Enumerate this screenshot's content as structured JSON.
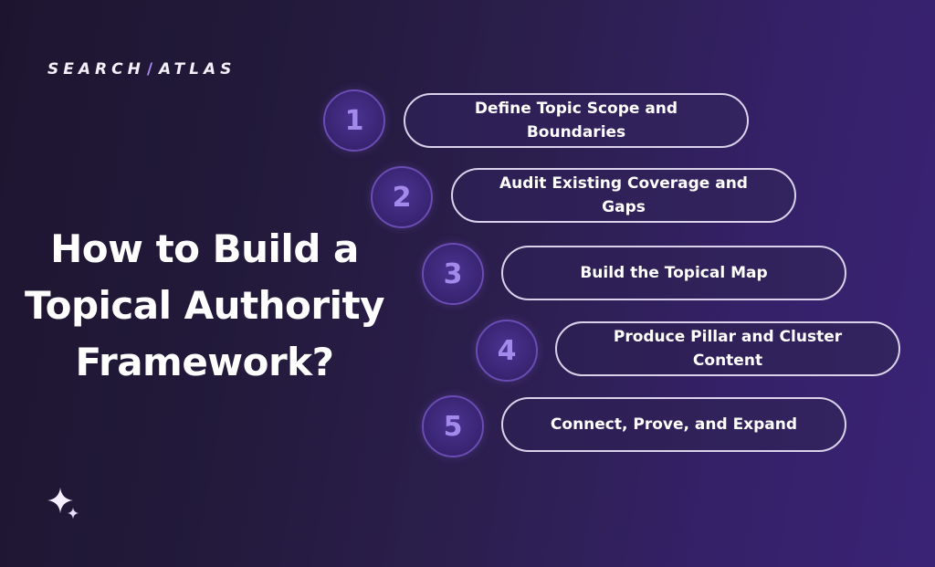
{
  "brand": {
    "left": "SEARCH",
    "slash": "/",
    "right": "ATLAS"
  },
  "headline": [
    "How to Build a",
    "Topical Authority",
    "Framework?"
  ],
  "steps": [
    {
      "number": "1",
      "label": "Define Topic Scope and Boundaries"
    },
    {
      "number": "2",
      "label": "Audit Existing Coverage and Gaps"
    },
    {
      "number": "3",
      "label": "Build the Topical Map"
    },
    {
      "number": "4",
      "label": "Produce Pillar and Cluster Content"
    },
    {
      "number": "5",
      "label": "Connect, Prove, and Expand"
    }
  ],
  "colors": {
    "accent": "#a489ec",
    "pill_border": "#d9d2ea",
    "background_start": "#1d1530",
    "background_end": "#3a2375"
  },
  "icons": {
    "decoration": "sparkle-icon"
  }
}
